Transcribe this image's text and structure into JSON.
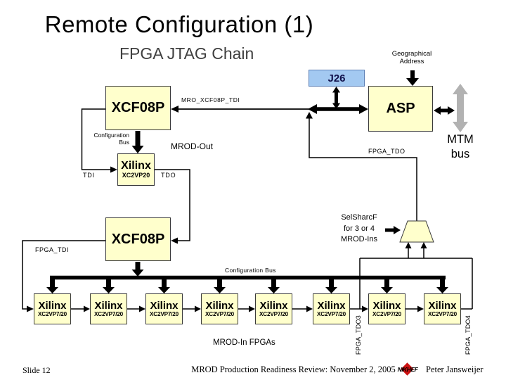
{
  "title": "Remote Configuration (1)",
  "subtitle": "FPGA JTAG Chain",
  "colors": {
    "chip_fill": "#ffffcc",
    "connector_fill": "#a3c9f1",
    "mtm_arrow_gray": "#b2b2b2",
    "logo_red": "#cc1111"
  },
  "labels": {
    "geo_line1": "Geographical",
    "geo_line2": "Address",
    "j26": "J26",
    "xcf08p_top": "XCF08P",
    "mro_xcf08p_tdi": "MRO_XCF08P_TDI",
    "asp": "ASP",
    "mtm_line1": "MTM",
    "mtm_line2": "bus",
    "cfg_small_line1": "Configuration",
    "cfg_small_line2": "Bus",
    "mrod_out": "MROD-Out",
    "xilinx_mid_name": "Xilinx",
    "xilinx_mid_part": "XC2VP20",
    "tdi": "TDI",
    "tdo": "TDO",
    "fpga_tdo": "FPGA_TDO",
    "xcf08p_bottom": "XCF08P",
    "fpga_tdi": "FPGA_TDI",
    "selsharc_line1": "SelSharcF",
    "selsharc_line2": "for 3 or 4",
    "selsharc_line3": "MROD-Ins",
    "config_bus": "Configuration Bus",
    "fpga_tdo3": "FPGA_TDO3",
    "fpga_tdo4": "FPGA_TDO4",
    "mrod_in_fpgas": "MROD-In FPGAs"
  },
  "bottom_chips": [
    {
      "name": "Xilinx",
      "part": "XC2VP7/20"
    },
    {
      "name": "Xilinx",
      "part": "XC2VP7/20"
    },
    {
      "name": "Xilinx",
      "part": "XC2VP7/20"
    },
    {
      "name": "Xilinx",
      "part": "XC2VP7/20"
    },
    {
      "name": "Xilinx",
      "part": "XC2VP7/20"
    },
    {
      "name": "Xilinx",
      "part": "XC2VP7/20"
    },
    {
      "name": "Xilinx",
      "part": "XC2VP7/20"
    },
    {
      "name": "Xilinx",
      "part": "XC2VP7/20"
    }
  ],
  "footer": {
    "slide": "Slide 12",
    "review": "MROD Production Readiness Review: November 2, 2005",
    "logo": "NIKHEF",
    "author": "Peter Jansweijer"
  }
}
